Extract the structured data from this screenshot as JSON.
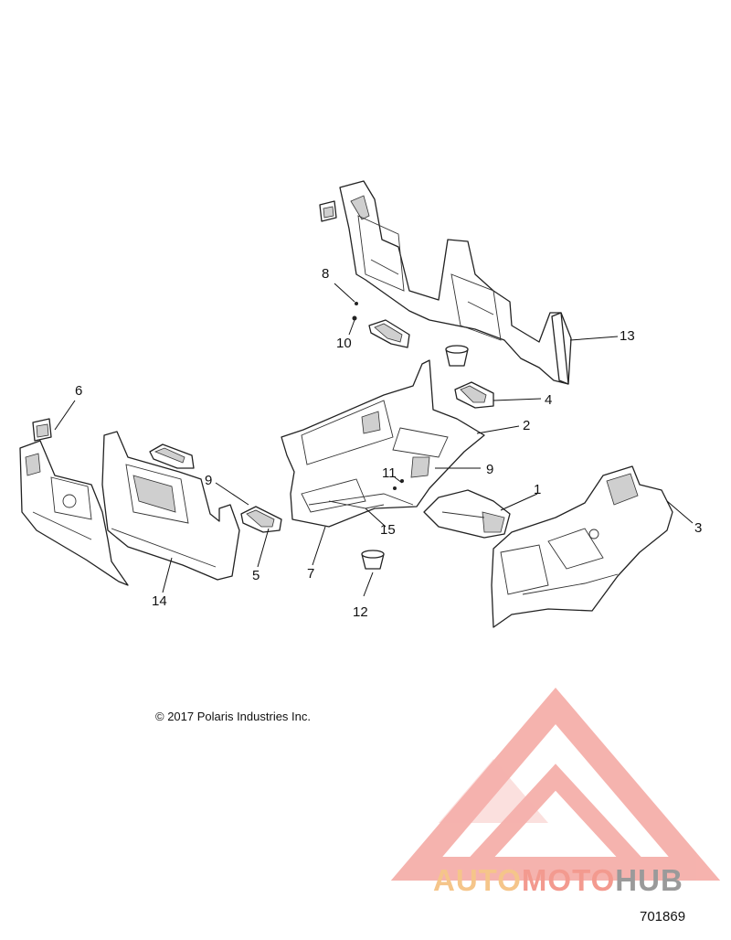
{
  "callouts": {
    "c1": "1",
    "c2": "2",
    "c3": "3",
    "c4": "4",
    "c5": "5",
    "c6": "6",
    "c7": "7",
    "c8": "8",
    "c9a": "9",
    "c9b": "9",
    "c10": "10",
    "c11": "11",
    "c12": "12",
    "c13": "13",
    "c14": "14",
    "c15": "15"
  },
  "copyright": "© 2017 Polaris Industries Inc.",
  "figure_number": "701869",
  "watermark": {
    "part1": "AUTO",
    "part2": "MOTO",
    "part3": "HUB",
    "colors": {
      "auto": "#f5c58a",
      "moto": "#f39a8f",
      "hub": "#9a9a9a",
      "triangle": "#f4a6a0"
    }
  }
}
